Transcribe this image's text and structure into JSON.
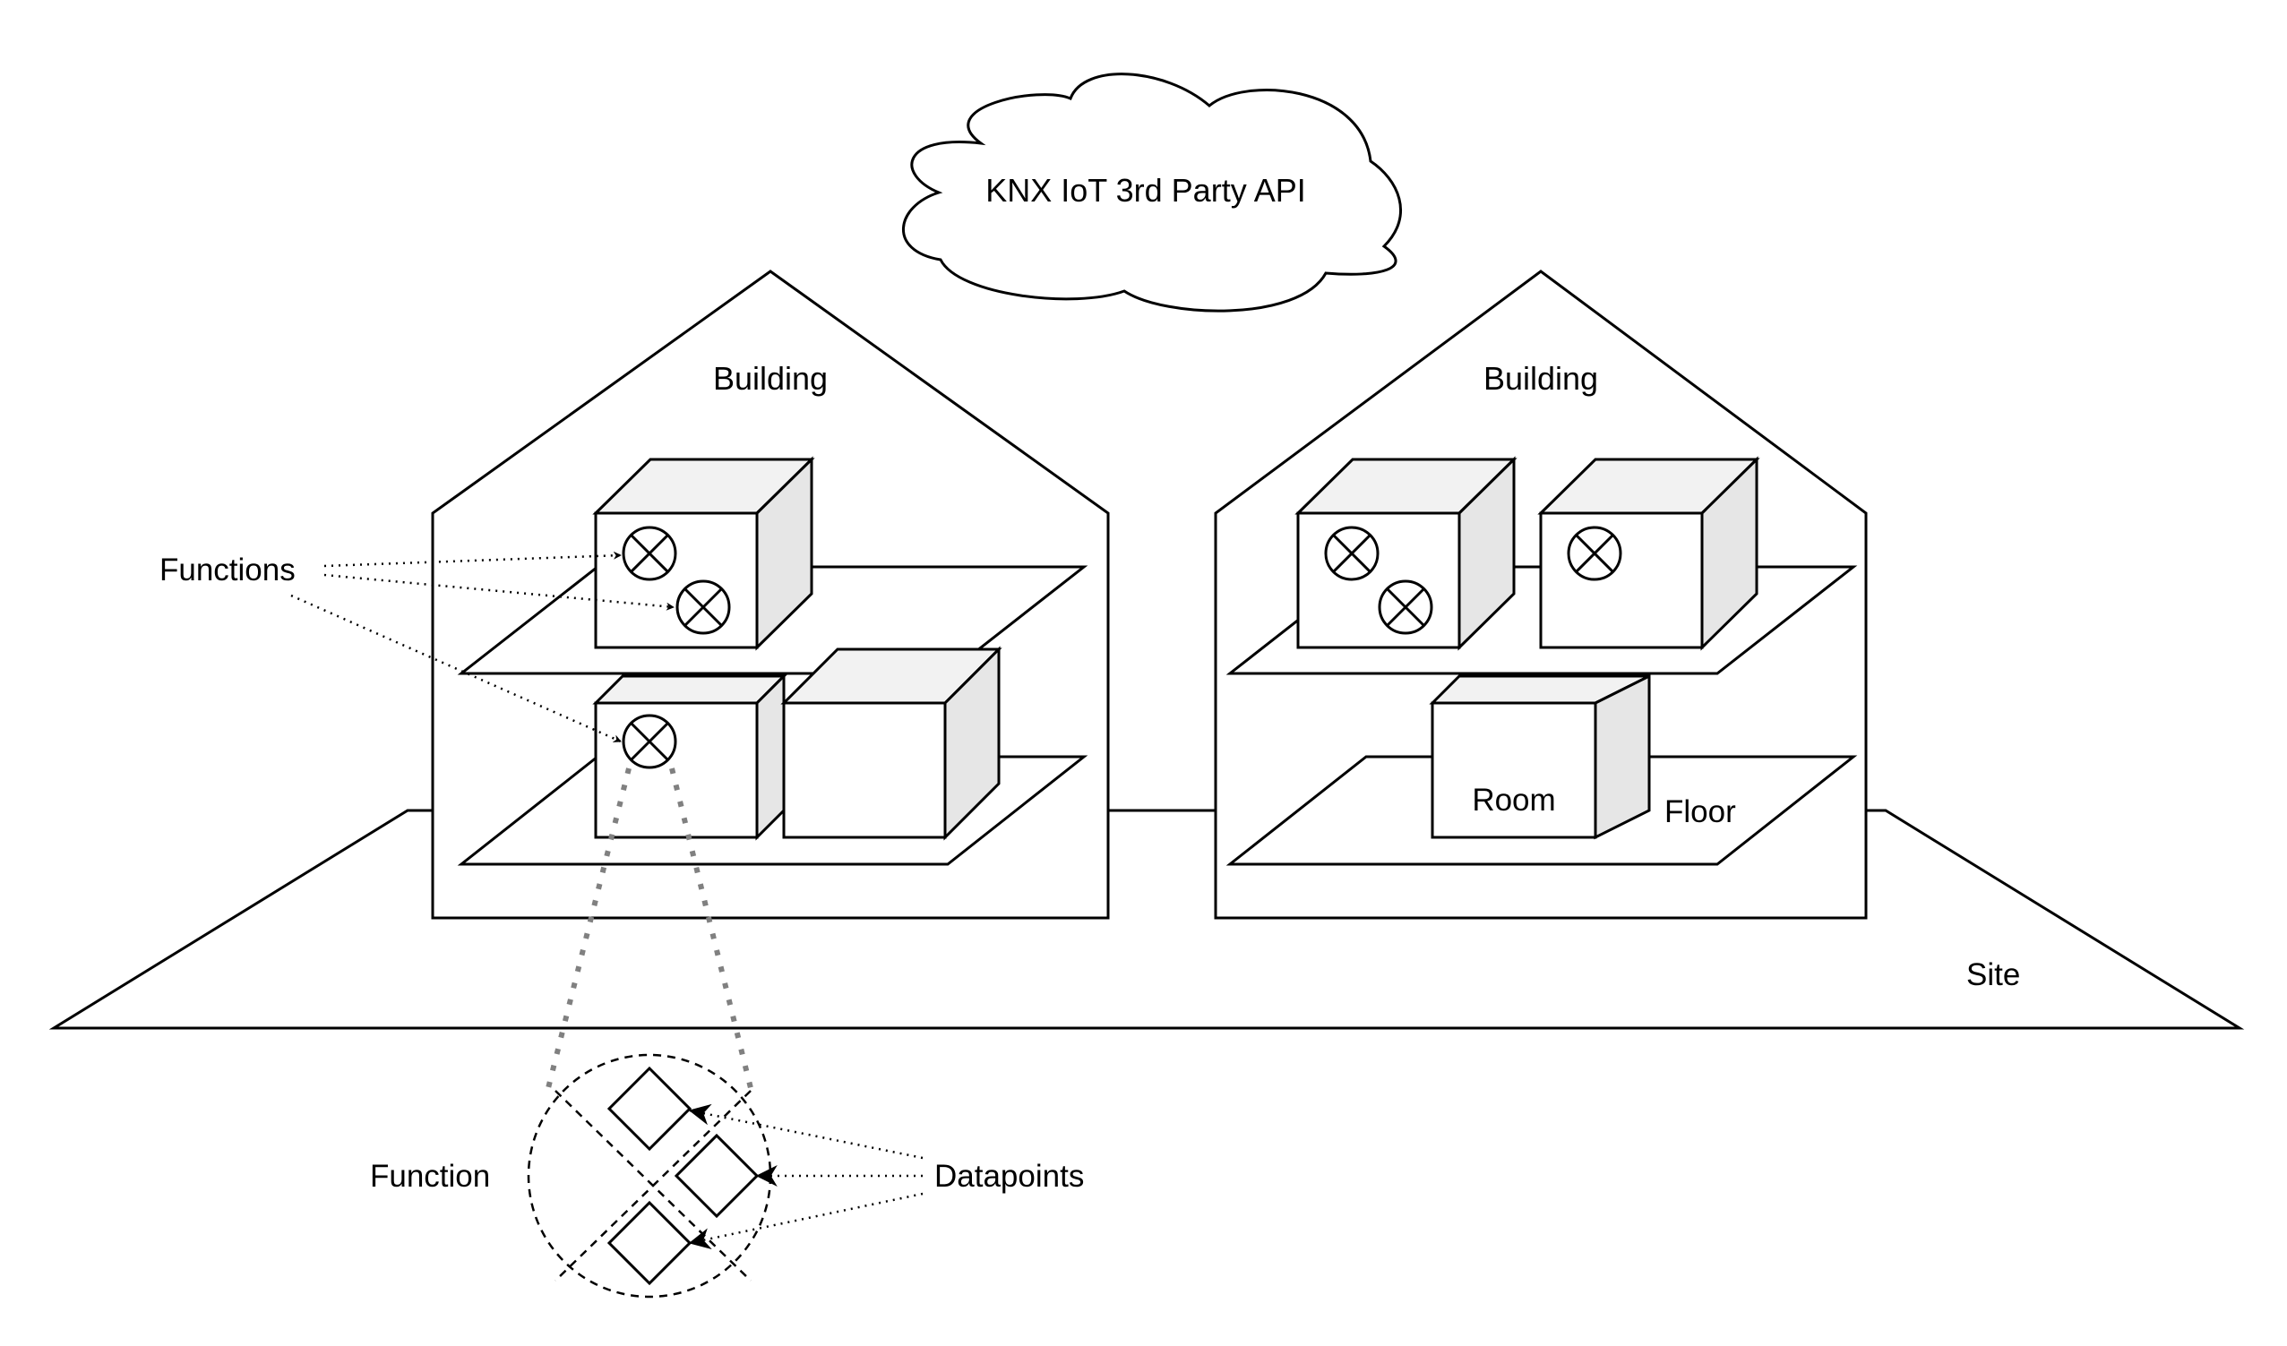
{
  "diagram": {
    "cloud_label": "KNX IoT 3rd Party API",
    "building_left_label": "Building",
    "building_right_label": "Building",
    "functions_label": "Functions",
    "room_label": "Room",
    "floor_label": "Floor",
    "site_label": "Site",
    "function_label": "Function",
    "datapoints_label": "Datapoints"
  }
}
